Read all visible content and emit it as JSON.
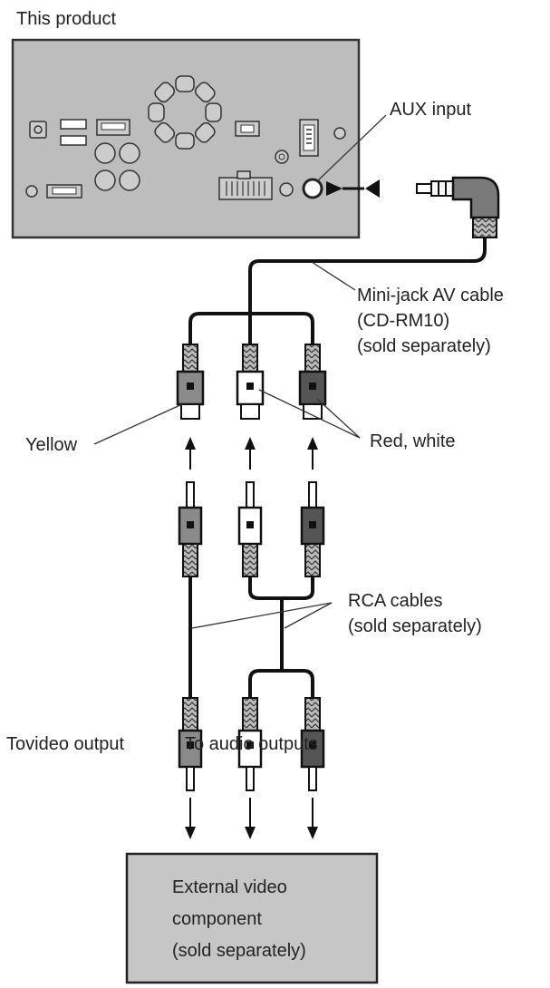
{
  "labels": {
    "this_product": "This product",
    "aux_input": "AUX input",
    "minijack_cable": [
      "Mini-jack AV cable",
      "(CD-RM10)",
      "(sold separately)"
    ],
    "yellow": "Yellow",
    "red_white": "Red, white",
    "rca_cables": [
      "RCA cables",
      "(sold separately)"
    ],
    "to_video_output": "Tovideo output",
    "to_audio_outputs": "To audio outputs",
    "external_component": [
      "External video",
      "component",
      "(sold separately)"
    ]
  },
  "colors": {
    "unit_body": "#bdbdbd",
    "unit_border": "#333333",
    "plug_yellow": "#8a8a8a",
    "plug_white": "#ffffff",
    "plug_red": "#555555",
    "cable": "#1a1a1a",
    "external_box": "#c6c6c6"
  }
}
